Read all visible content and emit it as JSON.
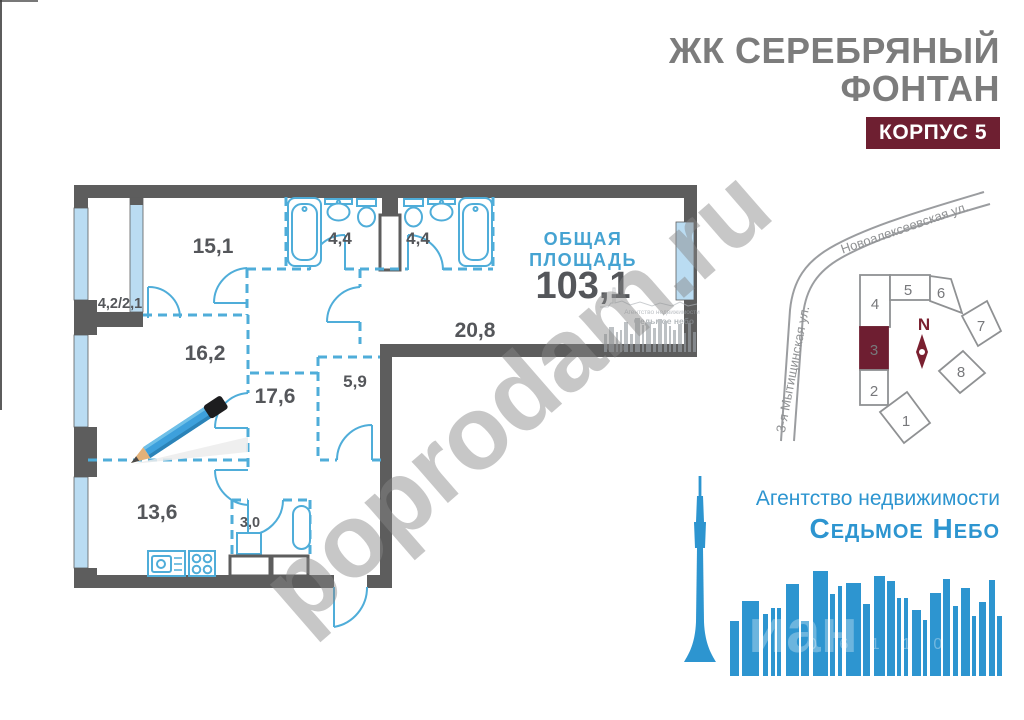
{
  "header": {
    "title_line1": "ЖК СЕРЕБРЯНЫЙ",
    "title_line2": "ФОНТАН",
    "badge": "КОРПУС 5"
  },
  "plan": {
    "area_label_line1": "ОБЩАЯ",
    "area_label_line2": "ПЛОЩАДЬ",
    "area_value": "103,1",
    "rooms": {
      "living": "15,1",
      "bath_left": "4,4",
      "bath_right": "4,4",
      "loggia": "4,2/2,1",
      "bedroom": "16,2",
      "corridor": "17,6",
      "wardrobe": "5,9",
      "hall": "20,8",
      "kitchen": "13,6",
      "storage": "3,0"
    }
  },
  "site_plan": {
    "street_top": "Новоалексеевская ул.",
    "street_left": "3-я Мытищинская ул.",
    "compass": "N",
    "b1": "1",
    "b2": "2",
    "b3": "3",
    "b4": "4",
    "b5": "5",
    "b6": "6",
    "b7": "7",
    "b8": "8"
  },
  "agency": {
    "line1": "Агентство недвижимости",
    "name": "Седьмое Небо"
  },
  "watermarks": {
    "main": "poprodam.ru",
    "plan_logo_line1": "Агентство недвижимости",
    "plan_logo_line2": "Седьмое небо",
    "ghost_text": "иан",
    "ghost_digits": "0 6 1 1 0"
  },
  "colors": {
    "wall": "#5d5d5d",
    "plan_blue": "#4fadd9",
    "window_blue": "#badcf2",
    "accent_maroon": "#6e1f31",
    "logo_blue": "#2d95d0",
    "label_gray": "#54565a"
  }
}
